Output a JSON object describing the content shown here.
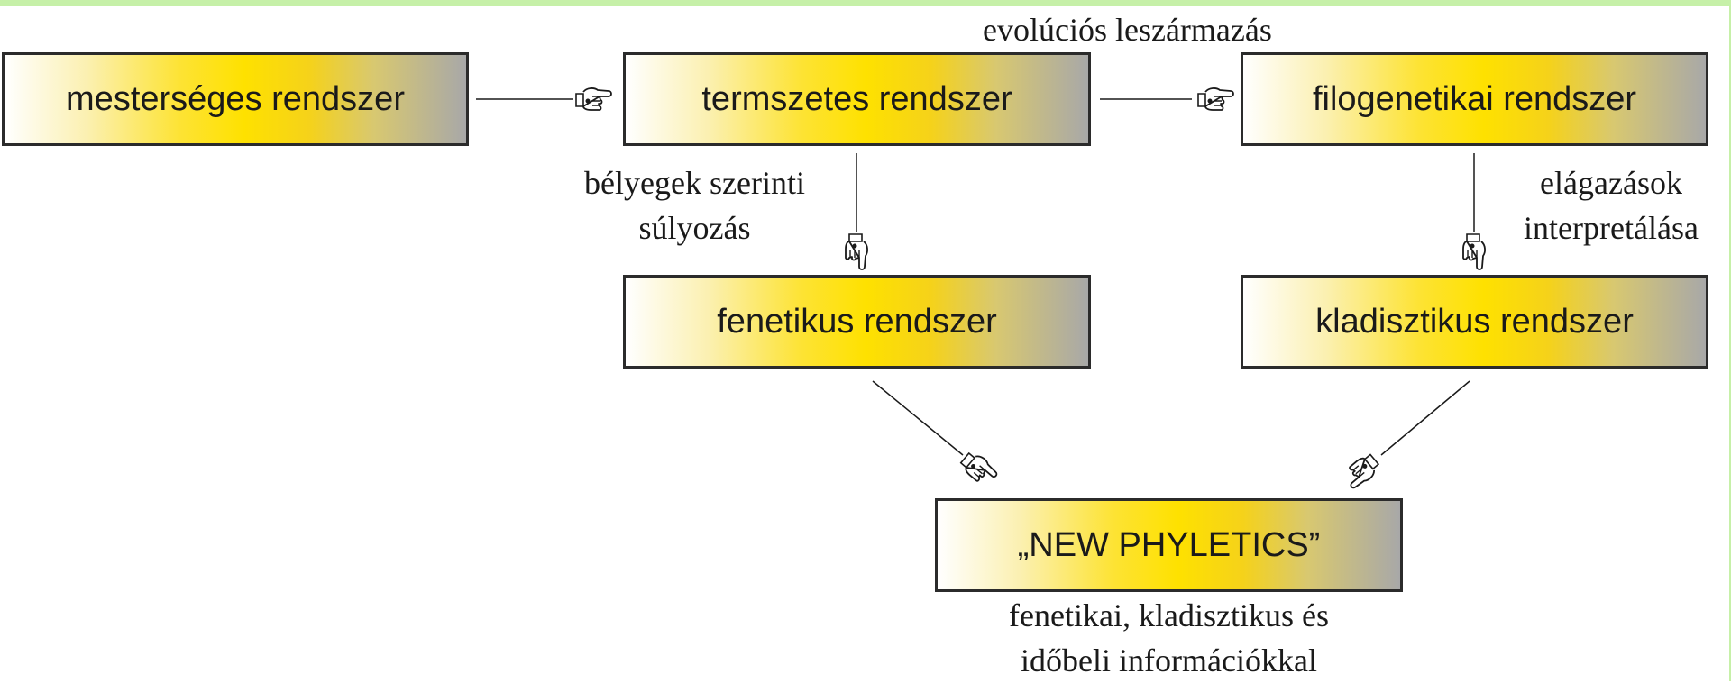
{
  "nodes": {
    "mesterseges": "mesterséges rendszer",
    "termeszetes": "termszetes rendszer",
    "filogenetikai": "filogenetikai rendszer",
    "fenetikus": "fenetikus rendszer",
    "kladisztikus": "kladisztikus rendszer",
    "new_phyletics": "„NEW PHYLETICS”"
  },
  "edge_labels": {
    "evolucios": "evolúciós leszármazás",
    "belyegek_line1": "bélyegek szerinti",
    "belyegek_line2": "súlyozás",
    "elagazasok_line1": "elágazások",
    "elagazasok_line2": "interpretálása",
    "new_line1": "fenetikai, kladisztikus és",
    "new_line2": "időbeli információkkal"
  },
  "colors": {
    "border": "#2b2b2b",
    "gradient_yellow": "#fee100",
    "gradient_gray": "#a8a8a8",
    "frame_green": "#c6f0a8"
  },
  "icons": [
    "pointing-hand-icon"
  ]
}
